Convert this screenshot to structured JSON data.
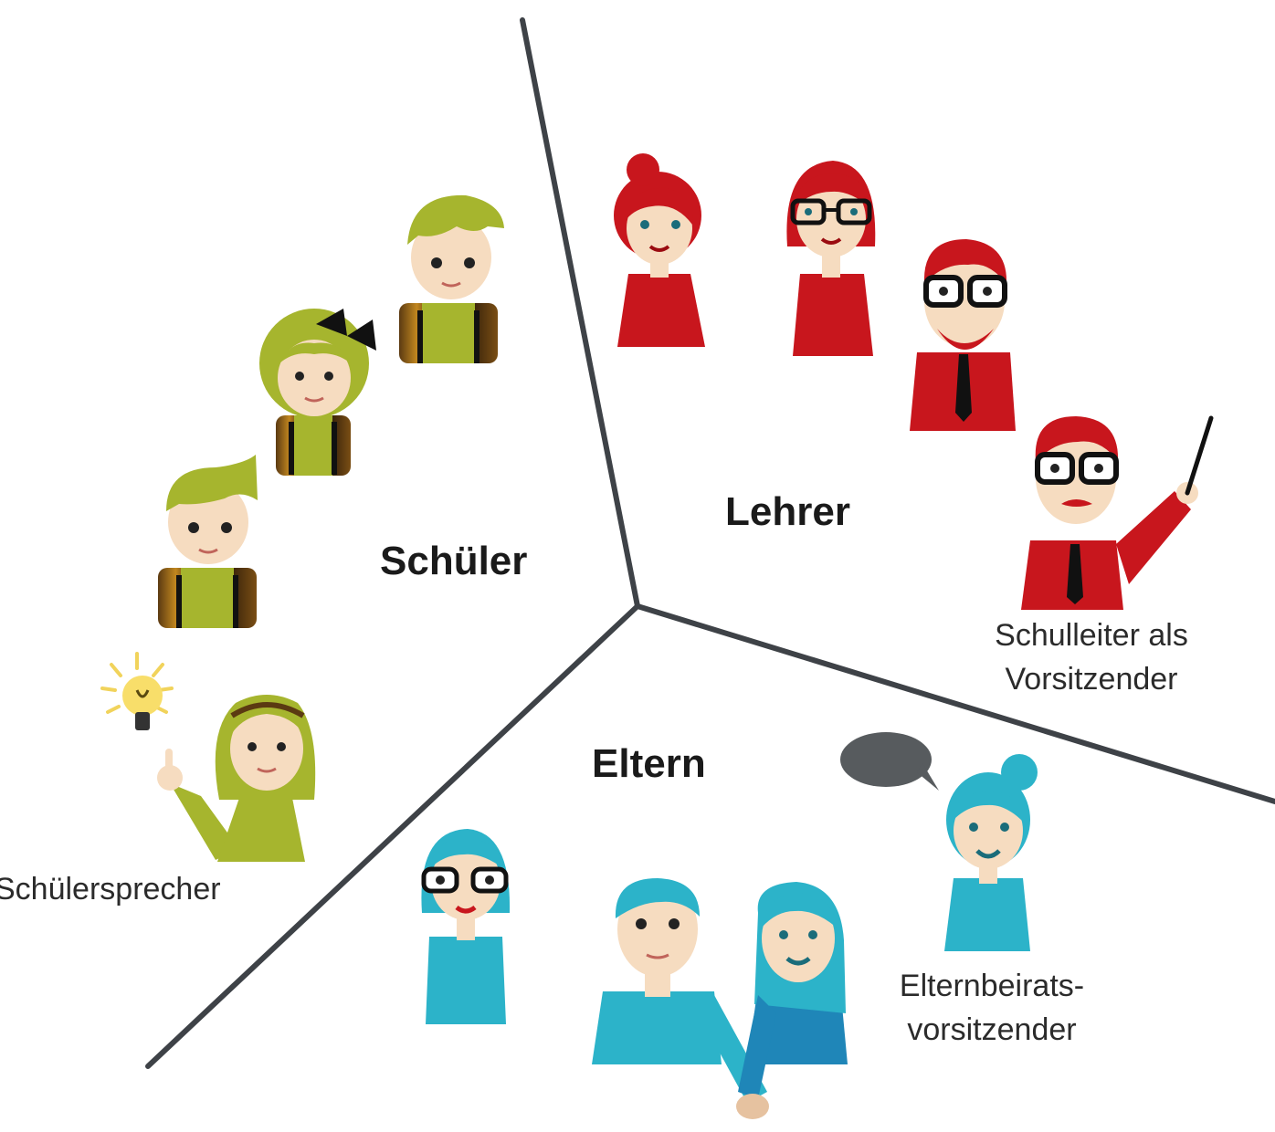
{
  "groups": {
    "students": "Schüler",
    "teachers": "Lehrer",
    "parents": "Eltern"
  },
  "roles": {
    "student_speaker": "Schülersprecher",
    "principal_line1": "Schulleiter als",
    "principal_line2": "Vorsitzender",
    "parents_chair_line1": "Elternbeirats-",
    "parents_chair_line2": "vorsitzender"
  },
  "colors": {
    "students": "#a6b52e",
    "teachers": "#c8161d",
    "parents": "#2cb3c9",
    "divider": "#3e4247"
  }
}
